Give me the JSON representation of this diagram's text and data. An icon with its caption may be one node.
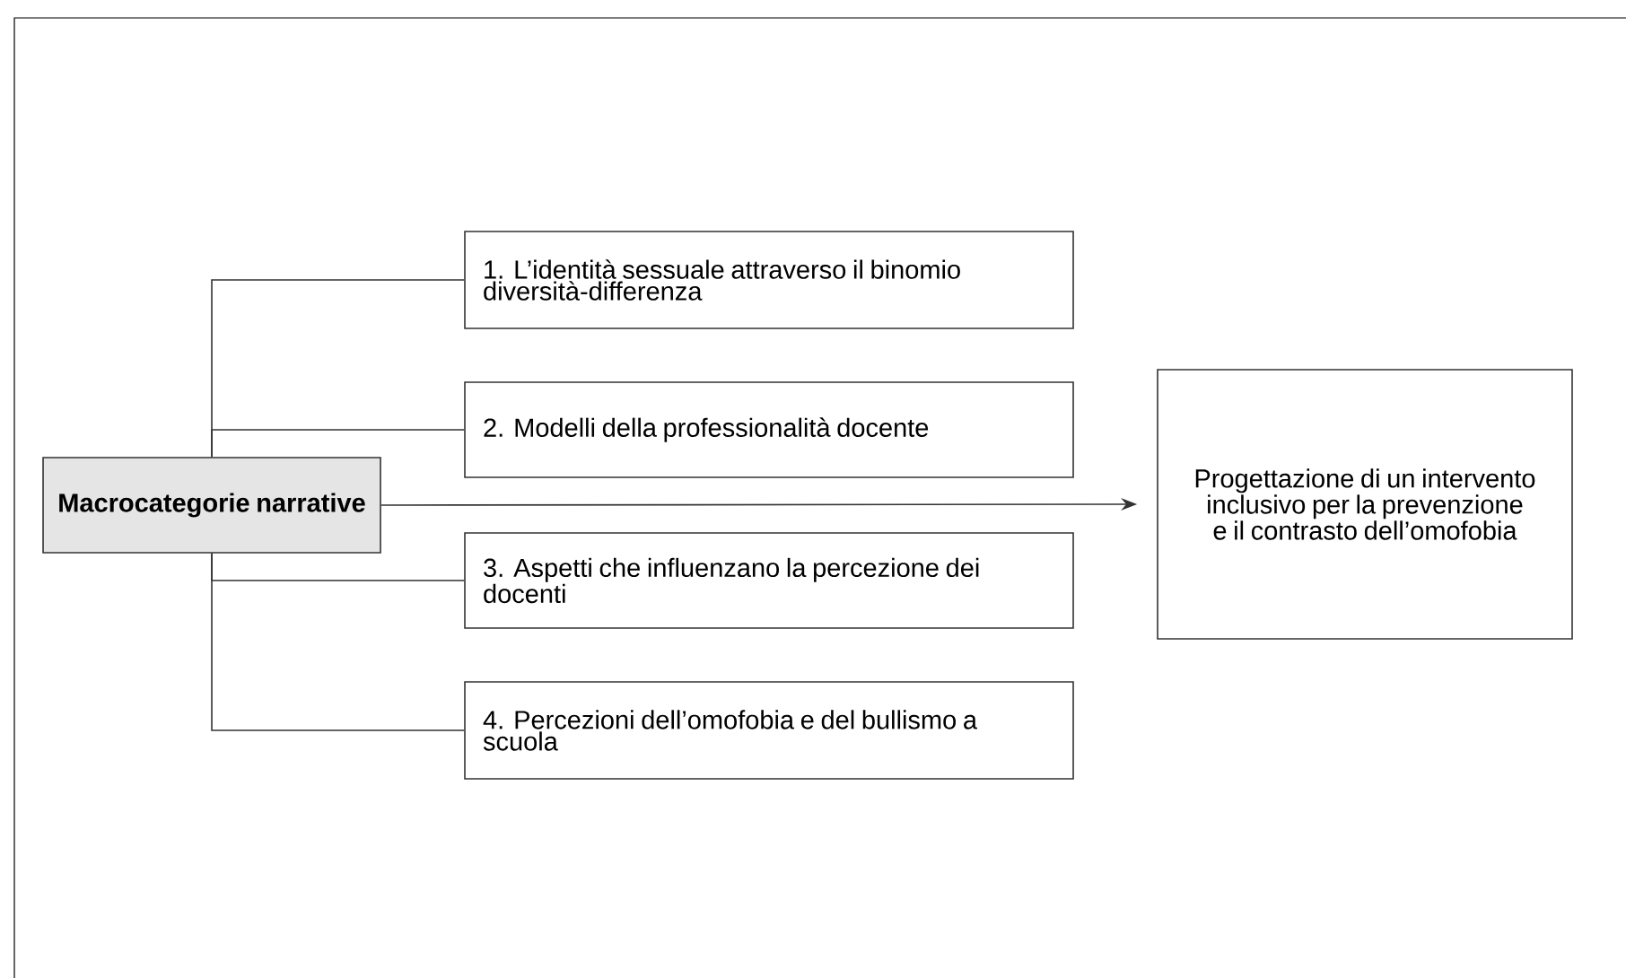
{
  "diagram": {
    "nodes": [
      {
        "text": [
          "Macrocategorie narrative"
        ]
      },
      {
        "text": [
          "1. L’identità sessuale attraverso il binomio diversità-differenza"
        ]
      },
      {
        "text": [
          "2. Modelli della professionalità docente"
        ]
      },
      {
        "text": [
          "3. Aspetti che influenzano la percezione dei docenti"
        ]
      },
      {
        "text": [
          "4. Percezioni dell’omofobia e del bullismo a scuola"
        ]
      },
      {
        "text": [
          "Progettazione di un intervento inclusivo per la prevenzione e il contrasto dell’omofobia"
        ]
      }
    ],
    "edges": [
      {
        "from": 0,
        "to": 1,
        "arrow": "none"
      },
      {
        "from": 0,
        "to": 2,
        "arrow": "none"
      },
      {
        "from": 0,
        "to": 3,
        "arrow": "none"
      },
      {
        "from": 0,
        "to": 4,
        "arrow": "none"
      },
      {
        "from": 0,
        "to": 5,
        "arrow": "to"
      }
    ]
  }
}
